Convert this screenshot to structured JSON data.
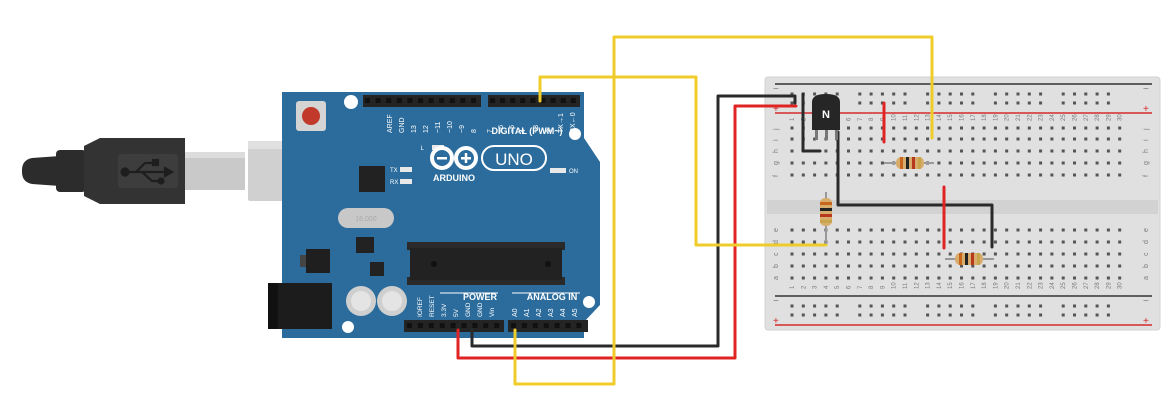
{
  "arduino": {
    "brand": "ARDUINO",
    "model": "UNO",
    "digital_header_label": "DIGITAL (PWM~)",
    "power_label": "POWER",
    "analog_label": "ANALOG IN",
    "led_labels": {
      "l": "L",
      "tx": "TX",
      "rx": "RX",
      "on": "ON"
    },
    "digital_pins": [
      "AREF",
      "GND",
      "13",
      "12",
      "~11",
      "~10",
      "~9",
      "8",
      "7",
      "~6",
      "~5",
      "4",
      "~3",
      "2",
      "TX→1",
      "RX←0"
    ],
    "power_pins": [
      "IOREF",
      "RESET",
      "3.3V",
      "5V",
      "GND",
      "GND",
      "Vin"
    ],
    "analog_pins": [
      "A0",
      "A1",
      "A2",
      "A3",
      "A4",
      "A5"
    ]
  },
  "breadboard": {
    "columns": [
      "1",
      "2",
      "3",
      "4",
      "5",
      "6",
      "7",
      "8",
      "9",
      "10",
      "11",
      "12",
      "13",
      "14",
      "15",
      "16",
      "17",
      "18",
      "19",
      "20",
      "21",
      "22",
      "23",
      "24",
      "25",
      "26",
      "27",
      "28",
      "29",
      "30"
    ],
    "top_rows": [
      "j",
      "i",
      "h",
      "g",
      "f"
    ],
    "bottom_rows": [
      "e",
      "d",
      "c",
      "b",
      "a"
    ],
    "rail_minus": "−",
    "rail_plus": "+"
  },
  "transistor": {
    "label": "N"
  },
  "colors": {
    "board": "#2b6c9c",
    "wire_yellow": "#f0cc2a",
    "wire_red": "#e02424",
    "wire_black": "#2a2a2a",
    "rail_red": "#d42a2a",
    "rail_blue": "#333333"
  }
}
